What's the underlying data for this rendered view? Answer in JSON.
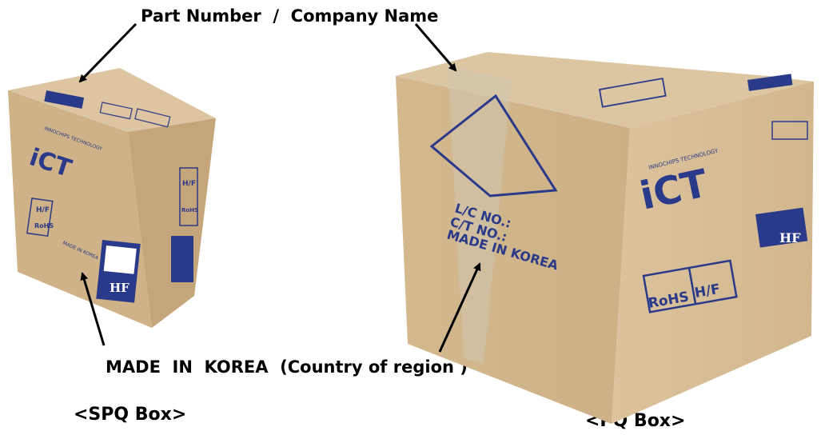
{
  "labels": {
    "top": "Part Number  /  Company Name",
    "made_in": "MADE  IN  KOREA  (Country of region )",
    "spq": "<SPQ Box>",
    "pq": "<PQ Box>"
  },
  "spq_box": {
    "brand_tagline": "INNOCHIPS TECHNOLOGY",
    "brand_logo": "iCT",
    "hf_label": "H/F",
    "rohs_label": "RoHS",
    "origin": "MADE IN KOREA",
    "hf_badge": "HF"
  },
  "pq_box": {
    "brand_tagline": "INNOCHIPS TECHNOLOGY",
    "brand_logo": "iCT",
    "lc_no": "L/C NO.:",
    "ct_no": "C/T NO.:",
    "origin": "MADE IN KOREA",
    "rohs_label": "RoHS",
    "hf_label": "H/F",
    "hf_badge": "HF"
  },
  "colors": {
    "cardboard_light": "#d9bf98",
    "cardboard_mid": "#c9ab80",
    "cardboard_dark": "#b89a70",
    "print_blue": "#2a3a8a"
  }
}
